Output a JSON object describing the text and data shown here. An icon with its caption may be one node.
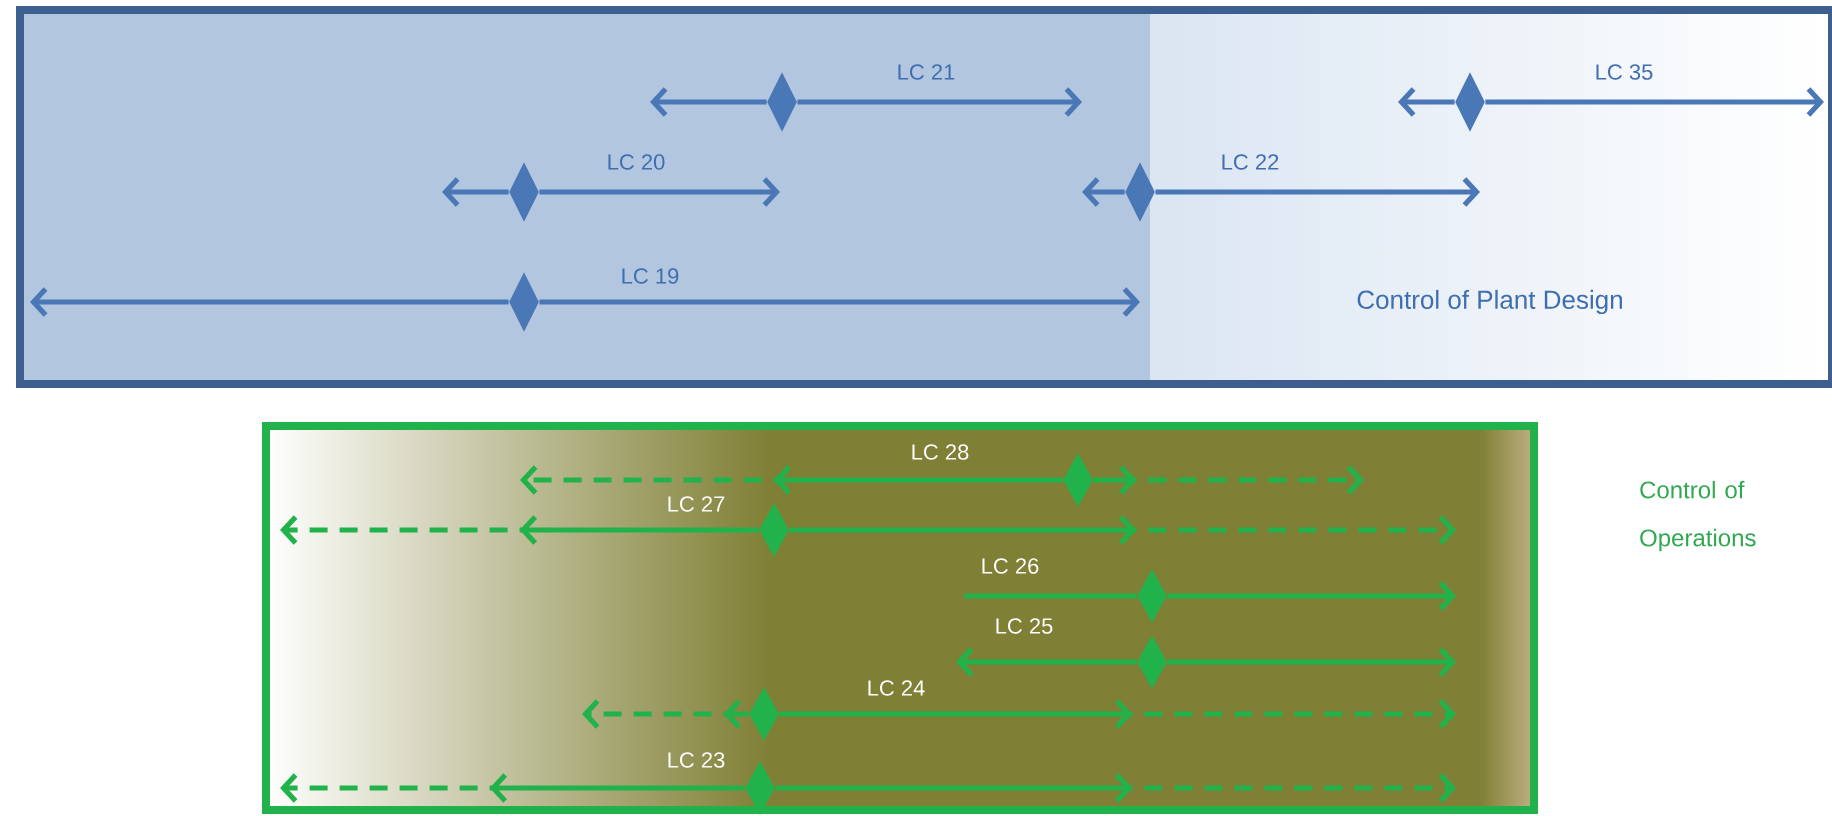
{
  "diagram": {
    "nodes": [
      {
        "text": [
          "Control of Plant Design"
        ]
      },
      {
        "text": [],
        "shape": "diamond",
        "in": 0
      },
      {
        "text": [],
        "shape": "diamond",
        "in": 0
      },
      {
        "text": [],
        "shape": "diamond",
        "in": 0
      },
      {
        "text": [],
        "shape": "diamond",
        "in": 0
      },
      {
        "text": [],
        "shape": "diamond",
        "in": 0
      },
      {
        "text": [
          "Control of Operations"
        ]
      },
      {
        "text": [],
        "shape": "diamond",
        "in": 6
      },
      {
        "text": [],
        "shape": "diamond",
        "in": 6
      },
      {
        "text": [],
        "shape": "diamond",
        "in": 6
      },
      {
        "text": [],
        "shape": "diamond",
        "in": 6
      },
      {
        "text": [],
        "shape": "diamond",
        "in": 6
      },
      {
        "text": [],
        "shape": "diamond",
        "in": 6
      }
    ],
    "edges": [
      {
        "from": 1,
        "to": null,
        "arrow": "to",
        "color": "#4a77b5"
      },
      {
        "from": 1,
        "to": null,
        "arrow": "to",
        "color": "#4a77b5"
      },
      {
        "from": 2,
        "to": null,
        "arrow": "to",
        "color": "#4a77b5"
      },
      {
        "from": 2,
        "to": null,
        "arrow": "to",
        "color": "#4a77b5"
      },
      {
        "from": 3,
        "to": null,
        "arrow": "to",
        "color": "#4a77b5"
      },
      {
        "from": 3,
        "to": null,
        "arrow": "to",
        "color": "#4a77b5"
      },
      {
        "from": 4,
        "to": null,
        "arrow": "to",
        "color": "#4a77b5"
      },
      {
        "from": 4,
        "to": null,
        "arrow": "to",
        "color": "#4a77b5"
      },
      {
        "from": 5,
        "to": null,
        "arrow": "to",
        "color": "#4a77b5"
      },
      {
        "from": 5,
        "to": null,
        "arrow": "to",
        "color": "#4a77b5"
      },
      {
        "from": 7,
        "to": null,
        "arrow": "to",
        "style": "dashed"
      },
      {
        "from": 7,
        "to": null,
        "arrow": "to",
        "style": "dashed"
      },
      {
        "from": 8,
        "to": null,
        "arrow": "to",
        "style": "dashed"
      },
      {
        "from": 8,
        "to": null,
        "arrow": "to",
        "style": "dashed"
      },
      {
        "from": 9,
        "to": null,
        "arrow": "none"
      },
      {
        "from": 9,
        "to": null,
        "arrow": "to"
      },
      {
        "from": 10,
        "to": null,
        "arrow": "to"
      },
      {
        "from": 10,
        "to": null,
        "arrow": "to"
      },
      {
        "from": 11,
        "to": null,
        "arrow": "to",
        "style": "dashed"
      },
      {
        "from": 11,
        "to": null,
        "arrow": "to",
        "style": "dashed"
      },
      {
        "from": 12,
        "to": null,
        "arrow": "to",
        "style": "dashed"
      },
      {
        "from": 12,
        "to": null,
        "arrow": "to",
        "style": "dashed"
      }
    ],
    "labels": [
      "LC 21",
      "LC 35",
      "LC 20",
      "LC 22",
      "LC 19",
      "LC 28",
      "LC 27",
      "LC 26",
      "LC 25",
      "LC 24",
      "LC 23"
    ]
  }
}
